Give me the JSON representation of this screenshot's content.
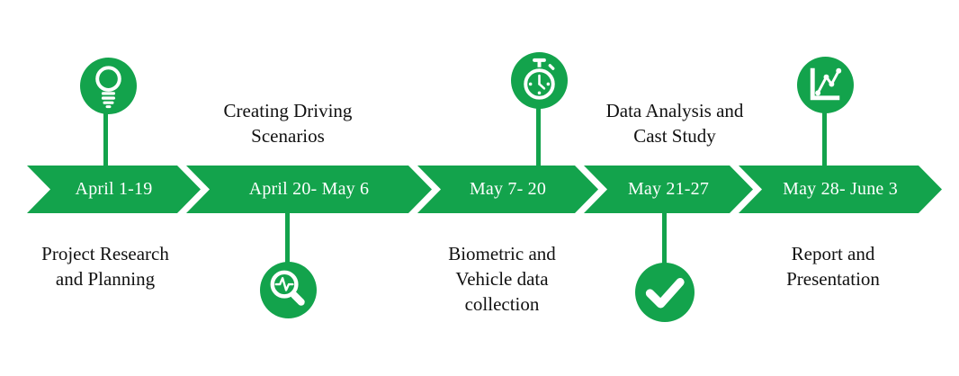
{
  "colors": {
    "accent_green": "#13a34c",
    "date_text": "#ffffff",
    "label_text": "#111111",
    "background": "#ffffff"
  },
  "timeline": {
    "type": "chevron-process-timeline",
    "segments": [
      {
        "date": "April 1-19",
        "description": "Project Research and Planning",
        "description_lines": [
          "Project Research",
          "and Planning"
        ],
        "description_position": "below",
        "icon": "lightbulb-icon",
        "icon_position": "above"
      },
      {
        "date": "April 20- May 6",
        "description": "Creating Driving Scenarios",
        "description_lines": [
          "Creating Driving",
          "Scenarios"
        ],
        "description_position": "above",
        "icon": "magnifier-waveform-icon",
        "icon_position": "below"
      },
      {
        "date": "May 7- 20",
        "description": "Biometric and Vehicle data collection",
        "description_lines": [
          "Biometric and",
          "Vehicle data",
          "collection"
        ],
        "description_position": "below",
        "icon": "stopwatch-icon",
        "icon_position": "above"
      },
      {
        "date": "May 21-27",
        "description": "Data Analysis and Cast Study",
        "description_lines": [
          "Data Analysis and",
          "Cast Study"
        ],
        "description_position": "above",
        "icon": "checkmark-icon",
        "icon_position": "below"
      },
      {
        "date": "May 28- June 3",
        "description": "Report and Presentation",
        "description_lines": [
          "Report and",
          "Presentation"
        ],
        "description_position": "below",
        "icon": "line-chart-icon",
        "icon_position": "above"
      }
    ]
  }
}
